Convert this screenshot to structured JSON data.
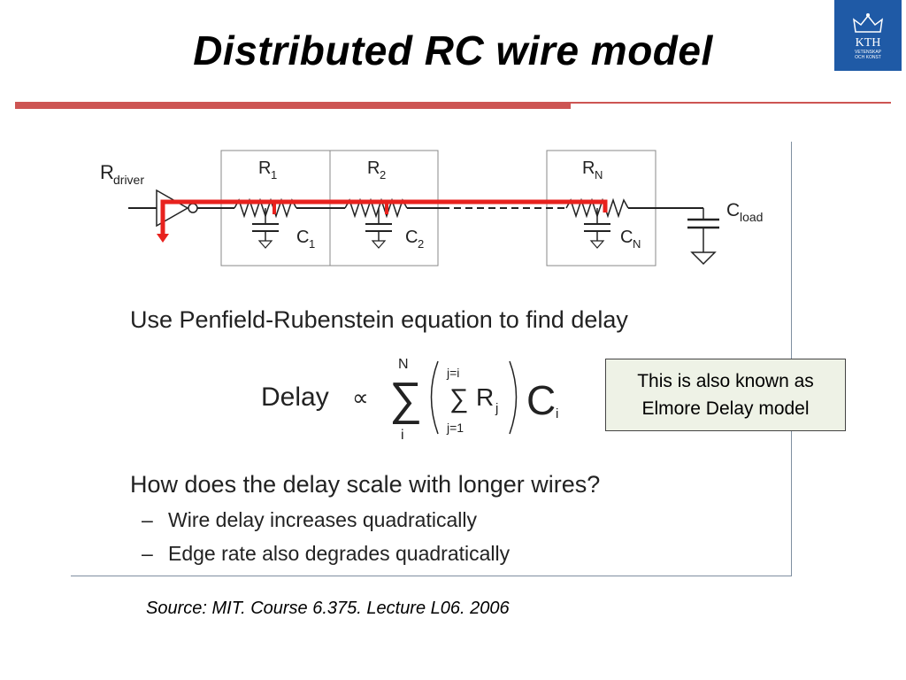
{
  "slide": {
    "title": "Distributed RC wire model",
    "logo": {
      "name": "kth-logo",
      "text": "KTH",
      "subtext_line1": "VETENSKAP",
      "subtext_line2": "OCH KONST"
    },
    "circuit": {
      "driver_label": "R",
      "driver_sub": "driver",
      "resistors": [
        {
          "label": "R",
          "sub": "1"
        },
        {
          "label": "R",
          "sub": "2"
        },
        {
          "label": "R",
          "sub": "N"
        }
      ],
      "capacitors": [
        {
          "label": "C",
          "sub": "1"
        },
        {
          "label": "C",
          "sub": "2"
        },
        {
          "label": "C",
          "sub": "N"
        }
      ],
      "load_label": "C",
      "load_sub": "load"
    },
    "equation_intro": "Use Penfield-Rubenstein equation to find delay",
    "equation": {
      "lhs": "Delay",
      "prop": "∝",
      "sum_symbol": "∑",
      "upper": "N",
      "lower": "i",
      "inner_upper": "j=i",
      "inner_lower": "j=1",
      "R": "R",
      "R_sub": "j",
      "C": "C",
      "C_sub": "i"
    },
    "question": "How does the delay scale with longer wires?",
    "bullets": [
      "Wire delay increases quadratically",
      "Edge rate also degrades quadratically"
    ],
    "bullet_marker": "–",
    "callout": {
      "line1": "This is also known as",
      "line2": "Elmore Delay model"
    },
    "source": "Source: MIT. Course 6.375. Lecture L06. 2006"
  },
  "colors": {
    "accent_rule": "#cd5553",
    "highlight_path": "#e8221e",
    "logo_bg": "#1f5aa6",
    "callout_bg": "#eef2e6"
  }
}
